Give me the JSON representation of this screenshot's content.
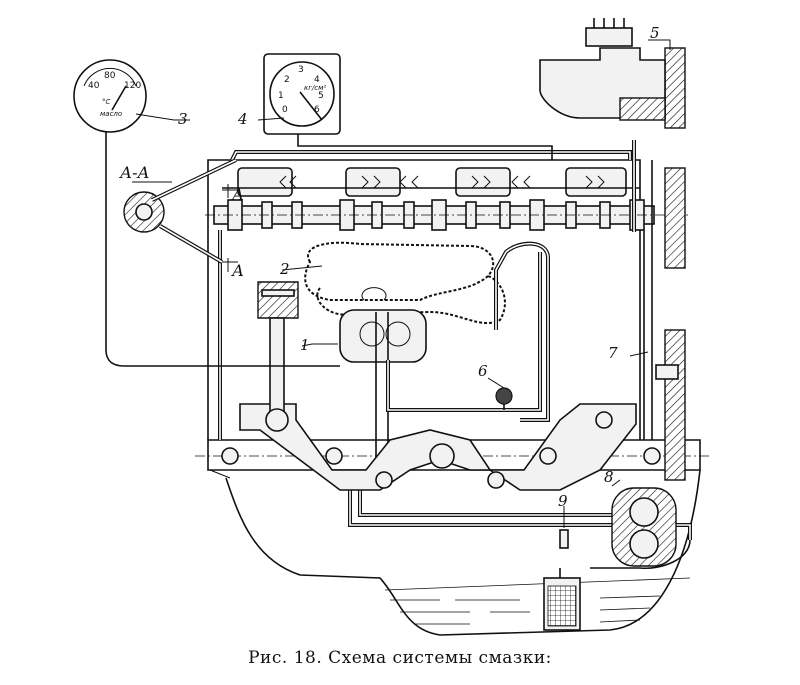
{
  "caption": "Рис. 18. Схема системы смазки:",
  "section_label": "А-А",
  "section_marks": [
    "А",
    "А"
  ],
  "callouts": [
    "1",
    "2",
    "3",
    "4",
    "5",
    "6",
    "7",
    "8",
    "9"
  ],
  "temperature_gauge": {
    "scale": [
      "40",
      "80",
      "120"
    ],
    "unit": "°C",
    "medium": "масло"
  },
  "pressure_gauge": {
    "scale": [
      "0",
      "1",
      "2",
      "3",
      "4",
      "5",
      "6"
    ],
    "unit": "кг/см²"
  }
}
